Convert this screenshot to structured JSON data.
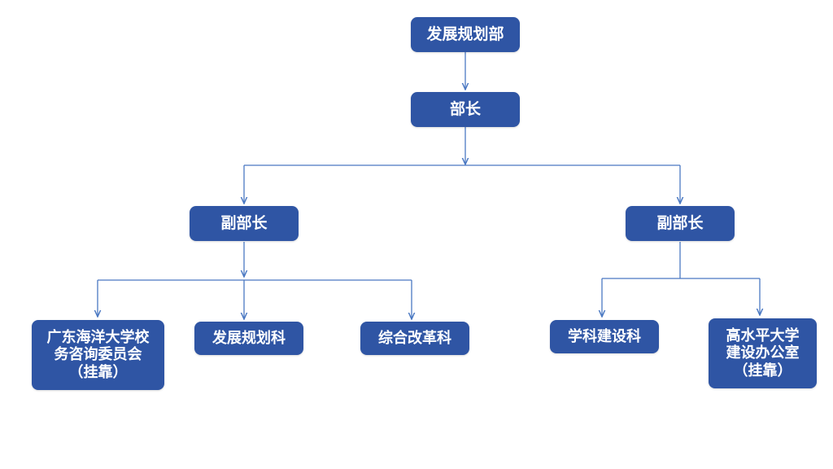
{
  "colors": {
    "box_fill": "#2f55a4",
    "box_text": "#ffffff",
    "connector": "#4a78c2"
  },
  "diagram": {
    "top": "发展规划部",
    "head": "部长",
    "deputies": [
      "副部长",
      "副部长"
    ],
    "left_units": [
      "广东海洋大学校\n务咨询委员会\n（挂靠）",
      "发展规划科",
      "综合改革科"
    ],
    "right_units": [
      "学科建设科",
      "高水平大学\n建设办公室\n（挂靠）"
    ]
  }
}
